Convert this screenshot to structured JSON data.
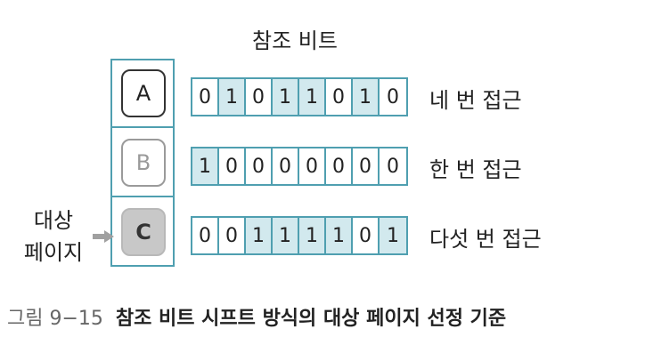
{
  "title": "참조 비트",
  "rows": [
    {
      "page": "A",
      "bits": [
        "0",
        "1",
        "0",
        "1",
        "1",
        "0",
        "1",
        "0"
      ],
      "access": "네 번 접근"
    },
    {
      "page": "B",
      "bits": [
        "1",
        "0",
        "0",
        "0",
        "0",
        "0",
        "0",
        "0"
      ],
      "access": "한 번 접근"
    },
    {
      "page": "C",
      "bits": [
        "0",
        "0",
        "1",
        "1",
        "1",
        "1",
        "0",
        "1"
      ],
      "access": "다섯 번 접근"
    }
  ],
  "target_label": [
    "대상",
    "페이지"
  ],
  "caption": {
    "number": "그림 9−15",
    "text": "참조 비트 시프트 방식의 대상 페이지 선정 기준"
  },
  "colors": {
    "border": "#4f9fb0",
    "bit_on_fill": "#d2e9ee",
    "selected_page_fill": "#c8c8c8",
    "arrow": "#a0a0a0"
  },
  "icons": {
    "pointer": "arrow-right-icon"
  }
}
